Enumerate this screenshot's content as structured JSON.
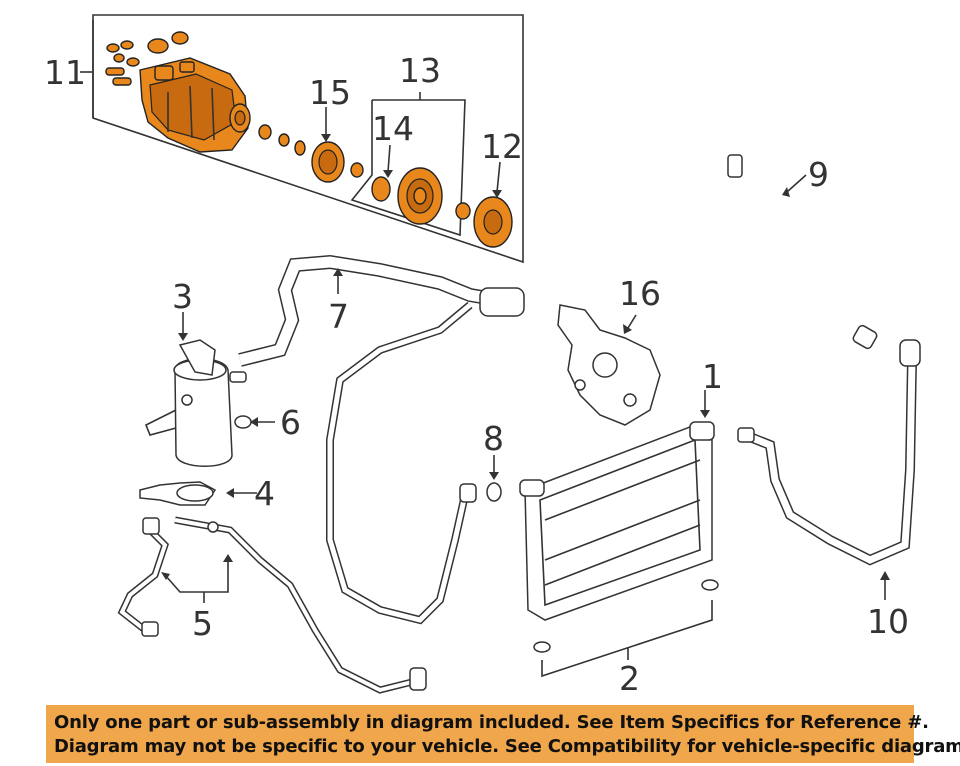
{
  "diagram": {
    "callouts": {
      "c1": "1",
      "c2": "2",
      "c3": "3",
      "c4": "4",
      "c5": "5",
      "c6": "6",
      "c7": "7",
      "c8": "8",
      "c9": "9",
      "c10": "10",
      "c11": "11",
      "c12": "12",
      "c13": "13",
      "c14": "14",
      "c15": "15",
      "c16": "16"
    },
    "highlight_color": "#e8881c"
  },
  "banner": {
    "line1": "Only one part or sub-assembly in diagram included. See Item Specifics for Reference #.",
    "line2": "Diagram may not be specific to your vehicle. See Compatibility for vehicle-specific diagrams.",
    "background": "#f0a64a"
  }
}
